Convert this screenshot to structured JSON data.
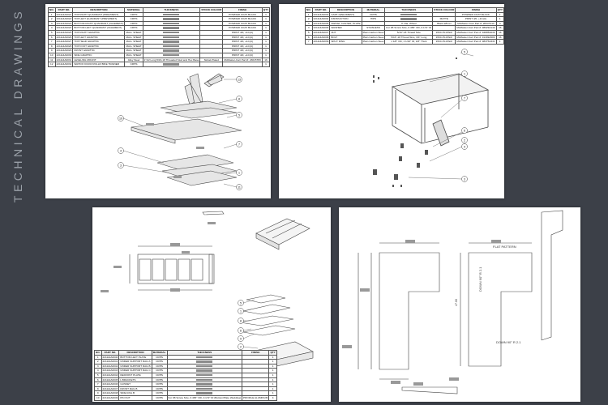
{
  "page": {
    "side_title": "TECHNICAL DRAWINGS",
    "background": "#3c4048",
    "sheet_color": "#ffffff"
  },
  "sheet1": {
    "headers": [
      "NO.",
      "PART NO.",
      "DESCRIPTION",
      "MATERIAL",
      "THICKNESS",
      "STOCK COLOUR",
      "FINISH",
      "QTY"
    ],
    "rows": [
      [
        "1",
        "221114A0021",
        "TOP RIGHT QUADRANT (PREVMENT)",
        "CRHS",
        "",
        "",
        "POWDER COAT BLACK",
        "1"
      ],
      [
        "2",
        "221114A0022",
        "TOP LEFT QUADRANT (PREVMENT)",
        "CRHS",
        "",
        "",
        "POWDER COAT BLACK",
        "1"
      ],
      [
        "3",
        "221114A0023",
        "BOTTOM RIGHT QUADRANT (VALEMENT)",
        "CRHS",
        "",
        "",
        "POWDER COAT BLACK",
        "1"
      ],
      [
        "4",
        "221114A0024",
        "BOTTOM LEFT QUADRANT (VALEMENT)",
        "CRHS",
        "",
        "",
        "POWDER COAT BLACK",
        "1"
      ],
      [
        "5",
        "221114A0025",
        "TOP RIGHT GRAPHIC",
        "MAG. SHEET",
        "",
        "",
        "PRINT 4/0, +1C(U)",
        "1"
      ],
      [
        "6",
        "221114A0026",
        "TOP LEFT GRAPHIC",
        "MAG. SHEET",
        "",
        "",
        "PRINT 4/0, +1C(U)",
        "1"
      ],
      [
        "7",
        "221114A0027",
        "TOP HEAD GRAPHIC",
        "MAG. SHEET",
        "",
        "",
        "PRINT 4/0, +1C(U)",
        "1"
      ],
      [
        "8",
        "221114A0028",
        "TOP FOOT GRAPHIC",
        "MAG. SHEET",
        "",
        "",
        "PRINT 4/0, +1C(U)",
        "1"
      ],
      [
        "9",
        "221114A0029",
        "FRONT GRAPHIC",
        "MAG. SHEET",
        "",
        "",
        "PRINT 4/0, +1C(U)",
        "1"
      ],
      [
        "10",
        "221114A0030",
        "SIDE GRAPHIC",
        "MAG. SHEET",
        "",
        "",
        "PRINT 4/0, +1C(U)",
        "1"
      ],
      [
        "11",
        "221114A0031",
        "LEVELING MOUNT",
        "Alloy Steel",
        "1\"1/2 Long 5/16-18 Threaded Stud and Hex Base",
        "Nickel-Plated",
        "McMaster-Carr Part #: 23015T83",
        "16"
      ],
      [
        "12",
        "221114A0032",
        "WAHOO KICKR ROLLR BIKE TRAINER",
        "CRHS",
        "",
        "",
        "",
        "1"
      ]
    ],
    "balloons": [
      "13",
      "8",
      "5",
      "10",
      "7",
      "4",
      "3",
      "1",
      "11"
    ]
  },
  "sheet2": {
    "headers": [
      "NO.",
      "PART NO.",
      "DESCRIPTION",
      "MATERIAL",
      "THICKNESS",
      "STOCK COLOUR",
      "FINISH",
      "QTY"
    ],
    "rows": [
      [
        "1",
        "221114A0033",
        "CART (WELDMENT)",
        "CRHS",
        "",
        "",
        "POWDER COAT BLACK",
        "1"
      ],
      [
        "2",
        "221114A0034",
        "INSTRUCTION",
        "HIPS",
        "",
        "MATTE",
        "PRINT 4/0, +1C(U)",
        "1"
      ],
      [
        "3",
        "221114A0035",
        "SWIVEL CASTER, PLATE",
        "",
        "3\" Dia. Wheel",
        "Black Wheel",
        "McMaster-Carr Part #: 2834T413",
        "4"
      ],
      [
        "4",
        "221114A0036",
        "WASHER",
        "STAINLESS",
        "For #8 Screw Size, 0.465\" OD, 0.172\" ID",
        "",
        "McMaster-Carr Part #: 98029A140",
        "16"
      ],
      [
        "5",
        "221114A0037",
        "NUT",
        "Plain Carbon Steel",
        "5/16\"-18 Thread Size",
        "ZINC-PLATED",
        "McMaster-Carr Part #: 94895A030",
        "16"
      ],
      [
        "6",
        "221114A0038",
        "BOLT",
        "Plain Carbon Steel",
        "5/16\"-18 Thread Size, 3/4\" Long",
        "ZINC-PLATED",
        "McMaster-Carr Part #: 91309A580",
        "16"
      ],
      [
        "7",
        "221114A0039",
        "SPLIT RING",
        "Plain Carbon Steel",
        "1 1/8\" OD, 1 1/16\" ID, 1/8\" Thick",
        "ZINC-PLATED",
        "McMaster-Carr Part #: 98375A331",
        "1"
      ]
    ],
    "balloons": [
      "5",
      "1",
      "7",
      "6",
      "2",
      "4",
      "3"
    ]
  },
  "sheet3": {
    "headers": [
      "NO.",
      "PART NO.",
      "DESCRIPTION",
      "MATERIAL",
      "THICKNESS",
      "FINISH",
      "QTY"
    ],
    "rows": [
      [
        "1",
        "221114A0040",
        "BOTTOM LEFT PLATE",
        "CRHS",
        "",
        "",
        "1"
      ],
      [
        "2",
        "221114A0041",
        "UNDER SUPPORT RAIL A",
        "CRHS",
        "",
        "",
        "1"
      ],
      [
        "3",
        "221114A0042",
        "UNDER SUPPORT RAIL B",
        "CRHS",
        "",
        "",
        "1"
      ],
      [
        "4",
        "221114A0043",
        "UNDER SUPPORT RAIL C",
        "CRHS",
        "",
        "",
        "1"
      ],
      [
        "5",
        "221114A0044",
        "DEFRONT PLATE",
        "CRHS",
        "",
        "",
        "1"
      ],
      [
        "6",
        "221114A0045",
        "L BRACKETS",
        "CRHS",
        "",
        "",
        "1"
      ],
      [
        "7",
        "221114A0046",
        "GUSSET",
        "CRHS",
        "",
        "",
        "1"
      ],
      [
        "8",
        "221114A0047",
        "FRONT RAIL B",
        "CRHS",
        "",
        "",
        "1"
      ],
      [
        "9",
        "221114A0048",
        "SIDE RAIL B",
        "CRHS",
        "",
        "",
        "1"
      ],
      [
        "10",
        "221114A0049",
        "PIN NUT",
        "CRHS",
        "For #8 Screw Size, 0.465\" OD, 0.172\" ID (Bottom/Plate Wedding)",
        "PROFILE ALUMINUM",
        "4"
      ]
    ],
    "balloons": [
      "5",
      "1",
      "8",
      "6",
      "9",
      "2",
      "7"
    ]
  },
  "sheet4": {
    "flat_pattern": "FLAT PATTERN",
    "down_label_1": "DOWN 90° R 2.1",
    "down_label_2": "DOWN 90° R 2.1",
    "dim_label": "47.00"
  }
}
